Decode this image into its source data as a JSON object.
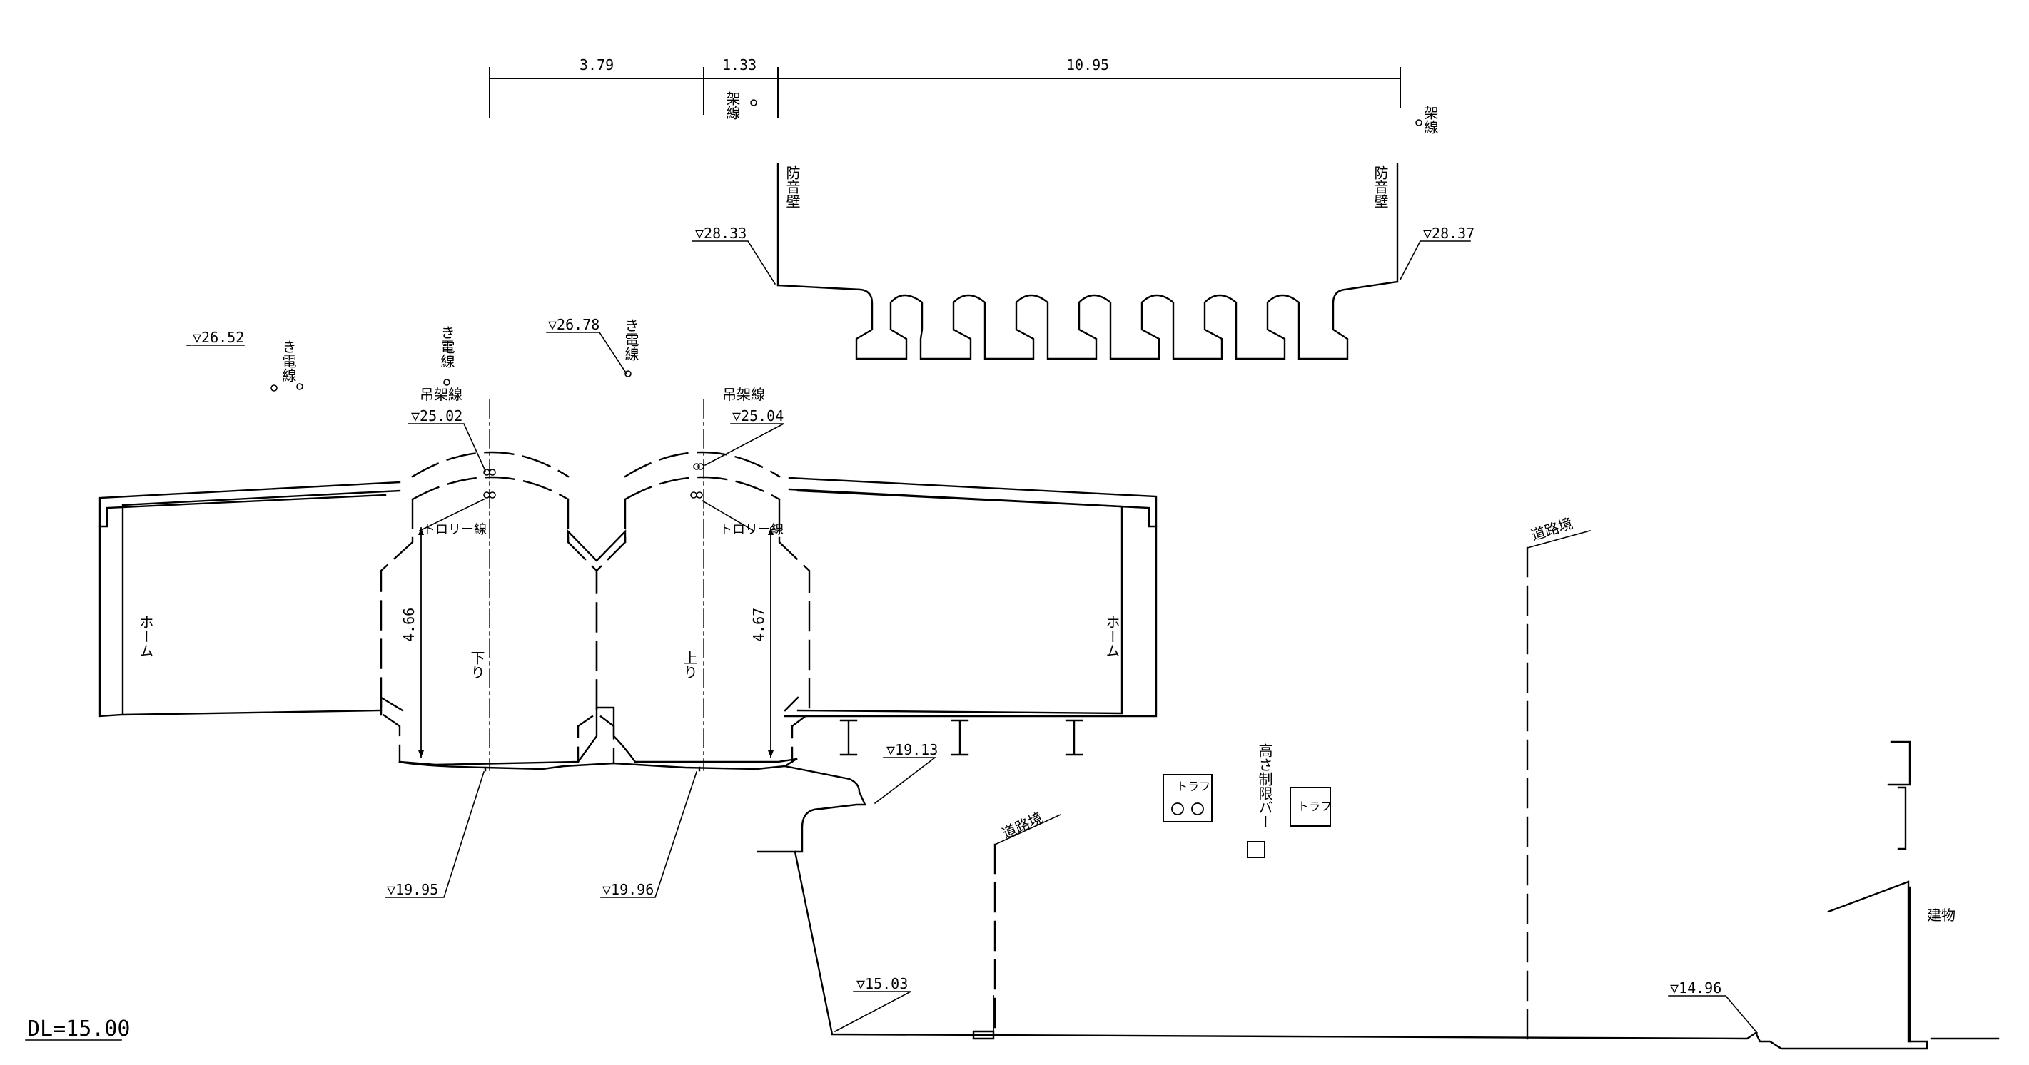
{
  "dimensions": {
    "d1": "3.79",
    "d2": "1.33",
    "d3": "10.95",
    "h_down": "4.66",
    "h_up": "4.67"
  },
  "elevations": {
    "e1": "▽28.33",
    "e2": "▽28.37",
    "e3": "▽26.52",
    "e4": "▽26.78",
    "e5": "▽25.02",
    "e6": "▽25.04",
    "e7": "▽19.13",
    "e8": "▽19.95",
    "e9": "▽19.96",
    "e10": "▽15.03",
    "e11": "▽14.96"
  },
  "labels": {
    "kasen": "架線",
    "boon_wall": "防音壁",
    "kidensen": "き電線",
    "chokasen": "吊架線",
    "trolley": "トロリー線",
    "home": "ホーム",
    "kudari": "下り",
    "nobori": "上り",
    "doro_kyo": "道路境",
    "torafu": "トラフ",
    "height_bar": "高さ制限バー",
    "building": "建物",
    "dl": "DL=15.00"
  }
}
